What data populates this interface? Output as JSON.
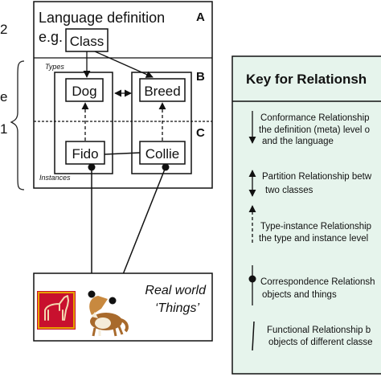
{
  "left_labels": {
    "level_2": "2",
    "level_e": "e",
    "level_1": "1"
  },
  "language_definition": {
    "title": "Language definition",
    "eg": "e.g.",
    "class_box": "Class"
  },
  "section_labels": {
    "a": "A",
    "b": "B",
    "c": "C",
    "types": "Types",
    "instances": "Instances"
  },
  "classes": {
    "dog": "Dog",
    "breed": "Breed",
    "fido": "Fido",
    "collie": "Collie"
  },
  "real_world": {
    "line1": "Real world",
    "line2": "‘Things’"
  },
  "key": {
    "title": "Key for  Relationsh",
    "bg_color": "#e6f4ec",
    "items": [
      {
        "symbol": "arrow-down-solid",
        "lines": [
          "Conformance Relationship",
          "the definition (meta) level o",
          "and the language"
        ]
      },
      {
        "symbol": "arrow-both-solid",
        "lines": [
          "Partition Relationship betw",
          "two classes"
        ]
      },
      {
        "symbol": "arrow-up-dashed",
        "lines": [
          "Type-instance Relationship",
          "the type and instance level"
        ]
      },
      {
        "symbol": "line-dot-end",
        "lines": [
          "Correspondence Relationsh",
          "objects and things"
        ]
      },
      {
        "symbol": "line-plain",
        "lines": [
          "Functional Relationship b",
          "objects of different classe"
        ]
      }
    ]
  }
}
